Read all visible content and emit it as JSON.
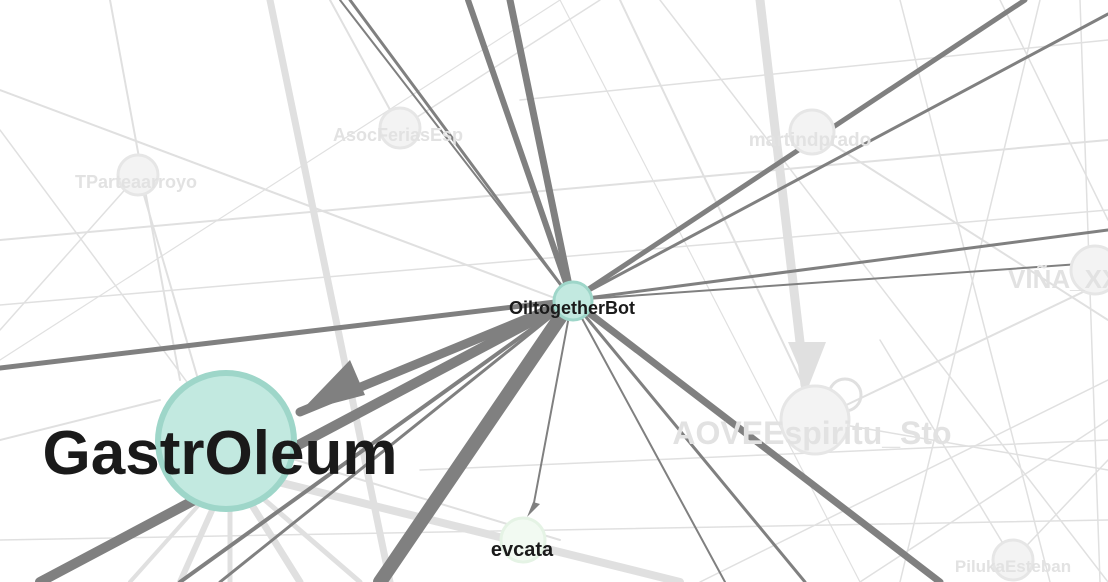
{
  "graph": {
    "focus_node": "OiltogetherBot",
    "nodes": [
      {
        "id": "OiltogetherBot",
        "label": "OiltogetherBot",
        "state": "highlighted"
      },
      {
        "id": "GastrOleum",
        "label": "GastrOleum",
        "state": "highlighted"
      },
      {
        "id": "evcata",
        "label": "evcata",
        "state": "highlighted"
      },
      {
        "id": "TParteaarroyo",
        "label": "TParteaarroyo",
        "state": "faded"
      },
      {
        "id": "AsocFeriasEsp",
        "label": "AsocFeriasEsp",
        "state": "faded"
      },
      {
        "id": "martindprado",
        "label": "martindprado",
        "state": "faded"
      },
      {
        "id": "VINA_XX",
        "label": "VIÑA_XX",
        "state": "faded"
      },
      {
        "id": "AOVEEspiritu_Sto",
        "label": "AOVEEspiritu_Sto",
        "state": "faded"
      },
      {
        "id": "PilukaEsteban",
        "label": "PilukaEsteban",
        "state": "faded"
      }
    ],
    "highlighted_edges": [
      {
        "source": "OiltogetherBot",
        "target": "GastrOleum"
      },
      {
        "source": "OiltogetherBot",
        "target": "evcata"
      }
    ],
    "colors": {
      "node_fill_highlight": "#c2e9e0",
      "node_stroke_highlight": "#9ed6c9",
      "node_fill_faded": "#f3f3f3",
      "node_stroke_faded": "#e6e6e6",
      "edge_highlight": "#808080",
      "edge_faded": "#e0e0e0",
      "label_highlight": "#1a1a1a",
      "label_faded": "#e2e2e2",
      "background": "#ffffff"
    }
  }
}
